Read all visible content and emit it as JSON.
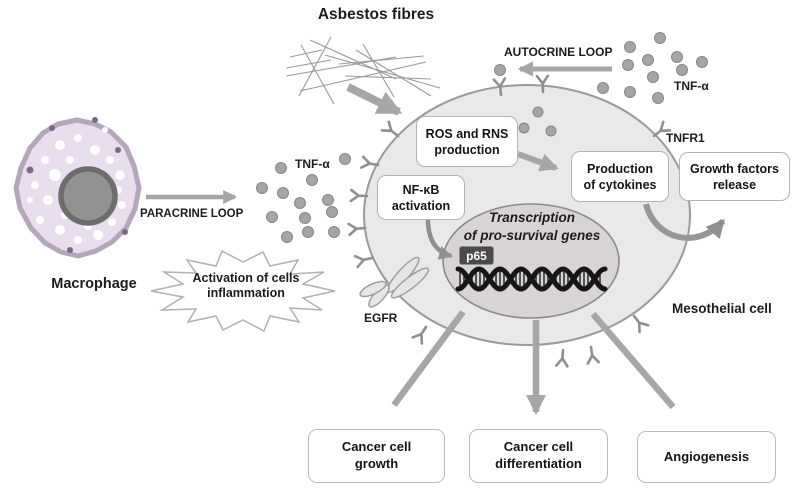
{
  "figure": {
    "title": "Asbestos fibres",
    "labels": {
      "macrophage": "Macrophage",
      "paracrine_loop": "PARACRINE LOOP",
      "autocrine_loop": "AUTOCRINE LOOP",
      "tnf_alpha_left": "TNF-α",
      "tnf_alpha_right": "TNF-α",
      "tnfr1": "TNFR1",
      "egfr": "EGFR",
      "mesothelial_cell": "Mesothelial cell"
    },
    "process_boxes": {
      "ros_rns": "ROS and RNS\nproduction",
      "nfkb": "NF-κB\nactivation",
      "cytokines": "Production\nof cytokines",
      "growth_factors": "Growth factors\nrelease"
    },
    "nucleus": {
      "caption_line1": "Transcription",
      "caption_line2": "of pro-survival genes",
      "p65": "p65"
    },
    "starburst": {
      "text": "Activation of cells\ninflammation"
    },
    "outcomes": [
      {
        "label": "Cancer cell\ngrowth"
      },
      {
        "label": "Cancer cell\ndifferentiation"
      },
      {
        "label": "Angiogenesis"
      }
    ],
    "colors": {
      "arrow": "#a6a6a6",
      "cell_fill": "#eae9e9",
      "cell_border": "#9a9a9a",
      "nucleus_fill": "#d8d4d6",
      "tnf_dot": "#a8a4a4",
      "macrophage_fill": "#e8deee",
      "p65_bg": "#4a4a4a"
    }
  }
}
